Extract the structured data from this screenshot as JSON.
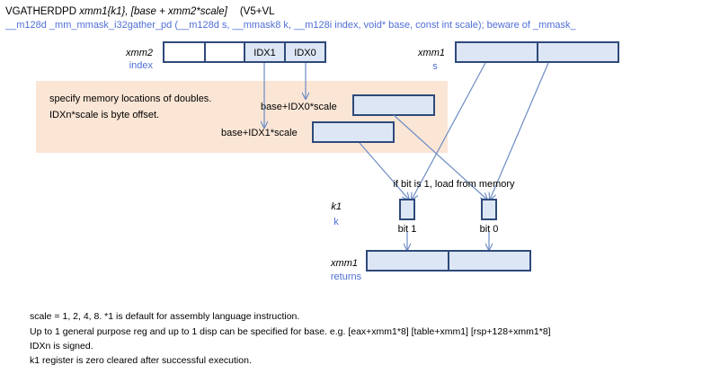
{
  "header": {
    "instruction_name": "VGATHERDPD",
    "instruction_operands": "xmm1{k1}, [base + xmm2*scale]",
    "instruction_ext": "(V5+VL",
    "intrinsic": "__m128d _mm_mmask_i32gather_pd (__m128d s, __mmask8 k, __m128i index, void* base, const int scale); beware of _mmask_"
  },
  "xmm2": {
    "name": "xmm2",
    "role": "index",
    "cells": [
      "",
      "",
      "IDX1",
      "IDX0"
    ]
  },
  "xmm1_src": {
    "name": "xmm1",
    "role": "s"
  },
  "memory_box": {
    "note_line1": "specify memory  locations of doubles.",
    "note_line2": "IDXn*scale is byte offset.",
    "addr0": "base+IDX0*scale",
    "addr1": "base+IDX1*scale"
  },
  "condition": "if bit is 1, load from memory",
  "mask": {
    "name": "k1",
    "role": "k",
    "bit1": "bit 1",
    "bit0": "bit 0"
  },
  "result": {
    "name": "xmm1",
    "role": "returns"
  },
  "notes": [
    "scale = 1, 2, 4, 8.   *1  is default for assembly language instruction.",
    "Up to  1 general purpose reg and up to 1 disp can be specified for base.   e.g.  [eax+xmm1*8]    [table+xmm1]    [rsp+128+xmm1*8]",
    "IDXn is signed.",
    "k1 register is zero cleared after successful execution."
  ],
  "colors": {
    "register_fill": "#dde6f4",
    "register_stroke": "#2e4a7a",
    "memory_bg": "#fbe6d6",
    "arrow": "#6c8cc4",
    "blue_text": "#4f6fd6"
  }
}
